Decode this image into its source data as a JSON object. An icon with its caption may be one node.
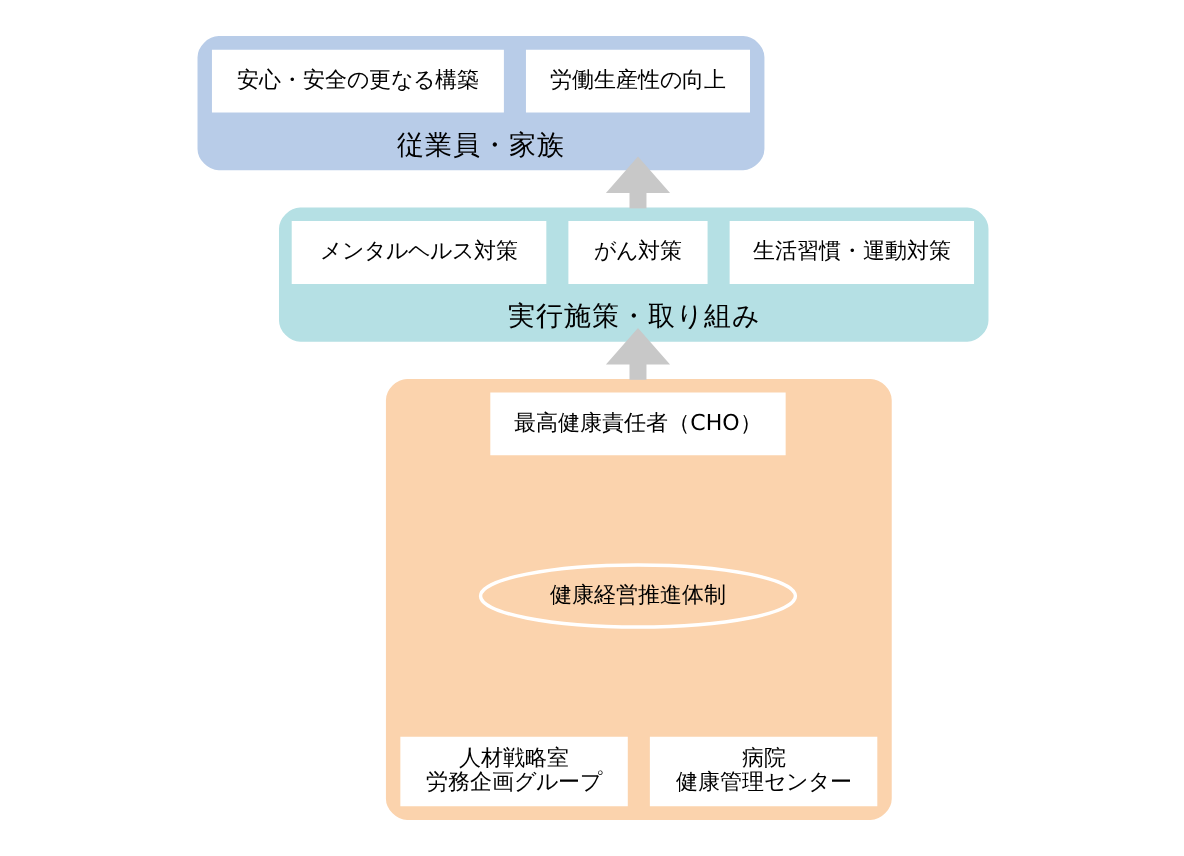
{
  "diagram": {
    "nodes": [
      {
        "text": [
          "従業員・家族"
        ]
      },
      {
        "text": [
          "安心・安全の更なる構築"
        ],
        "in": 0
      },
      {
        "text": [
          "労働生産性の向上"
        ],
        "in": 0
      },
      {
        "text": [
          "実行施策・取り組み"
        ]
      },
      {
        "text": [
          "メンタルヘルス対策"
        ],
        "in": 3
      },
      {
        "text": [
          "がん対策"
        ],
        "in": 3
      },
      {
        "text": [
          "生活習慣・運動対策"
        ],
        "in": 3
      },
      {
        "text": [],
        "shape": "box"
      },
      {
        "text": [
          "最高健康責任者（CHO）"
        ],
        "in": 7
      },
      {
        "text": [
          "健康経営推進体制"
        ],
        "in": 7
      },
      {
        "text": [
          "人材戦略室",
          "労務企画グループ"
        ],
        "in": 7
      },
      {
        "text": [
          "病院",
          "健康管理センター"
        ],
        "in": 7
      }
    ],
    "edges": [
      {
        "from": 7,
        "to": 3,
        "arrow": "to"
      },
      {
        "from": 3,
        "to": 0,
        "arrow": "to"
      }
    ]
  }
}
